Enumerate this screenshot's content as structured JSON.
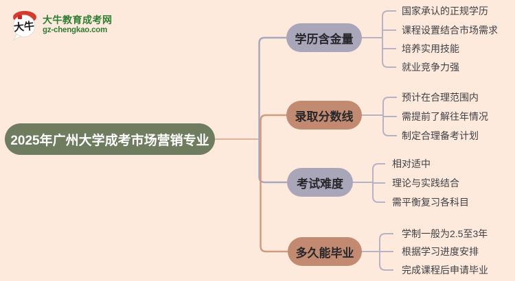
{
  "logo": {
    "title": "大牛教育成考网",
    "domain": "gz-chengkao.com",
    "icon_text": "大牛",
    "green": "#2e7d32"
  },
  "root": {
    "label": "2025年广州大学成考市场营销专业",
    "color": "#6f7c60"
  },
  "branches": [
    {
      "label": "学历含金量",
      "color": "#a8a6b8",
      "children": [
        "国家承认的正规学历",
        "课程设置结合市场需求",
        "培养实用技能",
        "就业竞争力强"
      ]
    },
    {
      "label": "录取分数线",
      "color": "#c28a71",
      "children": [
        "预计在合理范围内",
        "需提前了解往年情况",
        "制定合理备考计划"
      ]
    },
    {
      "label": "考试难度",
      "color": "#a8a6b8",
      "children": [
        "相对适中",
        "理论与实践结合",
        "需平衡复习各科目"
      ]
    },
    {
      "label": "多久能毕业",
      "color": "#c28a71",
      "children": [
        "学制一般为2.5至3年",
        "根据学习进度安排",
        "完成课程后申请毕业"
      ]
    }
  ],
  "colors": {
    "background": "#fdeadd",
    "root_green": "#6f7c60",
    "branch_lavender": "#a8a6b8",
    "branch_terracotta": "#c28a71",
    "connector_tan": "#dfb39a",
    "connector_lavender": "#a9a7bd",
    "connector_terracotta": "#d09a7f",
    "bracket_gray": "#b4b2c3",
    "logo_red": "#d23b2e"
  }
}
